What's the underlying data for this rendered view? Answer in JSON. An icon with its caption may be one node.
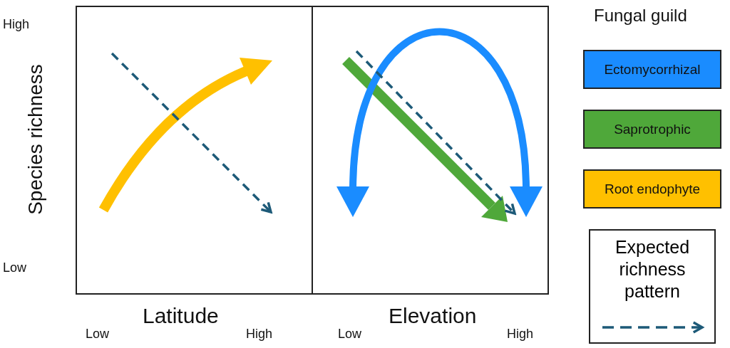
{
  "diagram": {
    "labels": [
      "High",
      "Species richness",
      "Low",
      "Latitude",
      "Low",
      "High",
      "Elevation",
      "Low",
      "High",
      "Fungal guild"
    ],
    "legend": [
      {
        "text": "Ectomycorrhizal",
        "color": "#1a8cff"
      },
      {
        "text": "Saprotrophic",
        "color": "#4fa83a"
      },
      {
        "text": "Root endophyte",
        "color": "#ffc000"
      },
      {
        "text": "Expected richness pattern"
      }
    ]
  }
}
